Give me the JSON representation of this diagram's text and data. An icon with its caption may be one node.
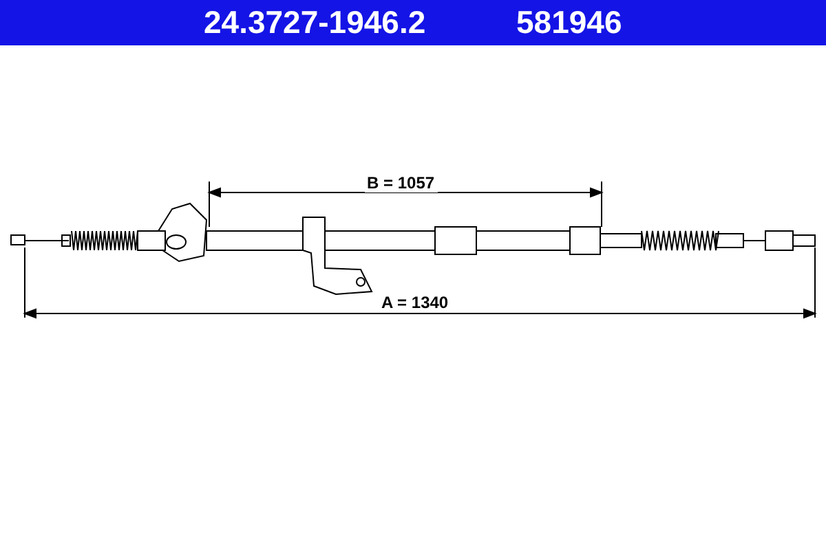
{
  "diagram": {
    "title": "24.3727-1946.2",
    "labels": [
      "581946",
      "B = 1057",
      "A = 1340"
    ]
  }
}
